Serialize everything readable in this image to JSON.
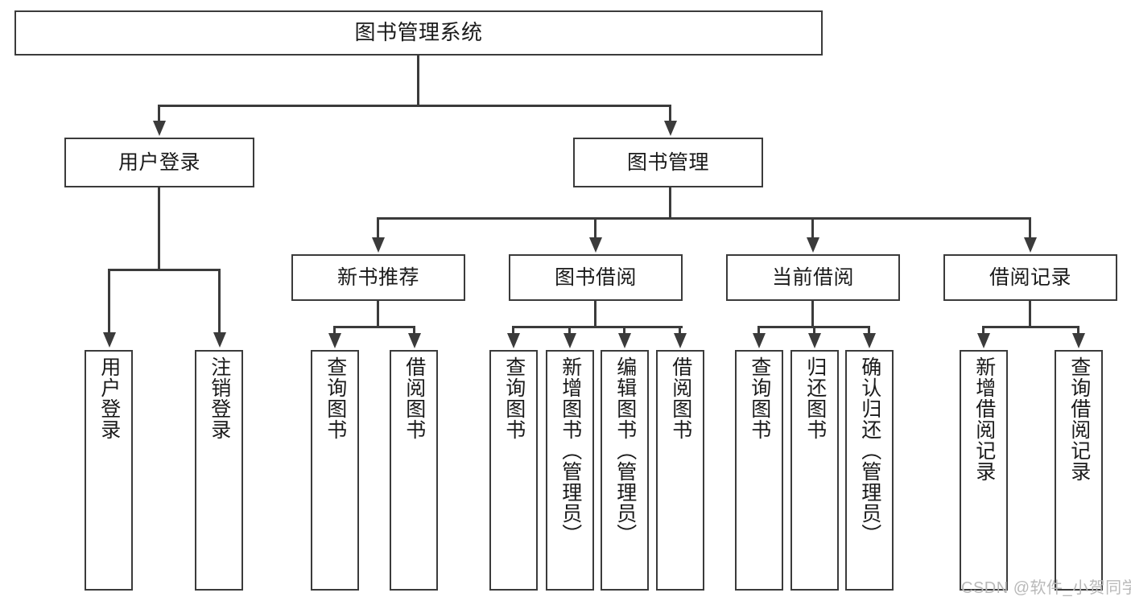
{
  "diagram": {
    "title": "图书管理系统",
    "type": "hierarchy-tree",
    "root": {
      "label": "图书管理系统"
    },
    "level2": [
      {
        "id": "user-login",
        "label": "用户登录"
      },
      {
        "id": "book-management",
        "label": "图书管理"
      }
    ],
    "level3": [
      {
        "id": "new-book-recommend",
        "label": "新书推荐",
        "parent": "book-management"
      },
      {
        "id": "book-borrow",
        "label": "图书借阅",
        "parent": "book-management"
      },
      {
        "id": "current-borrow",
        "label": "当前借阅",
        "parent": "book-management"
      },
      {
        "id": "borrow-record",
        "label": "借阅记录",
        "parent": "book-management"
      }
    ],
    "leaves": [
      {
        "id": "leaf-user-login",
        "label": "用户登录",
        "parent": "user-login"
      },
      {
        "id": "leaf-logout",
        "label": "注销登录",
        "parent": "user-login"
      },
      {
        "id": "leaf-query-book-1",
        "label": "查询图书",
        "parent": "new-book-recommend"
      },
      {
        "id": "leaf-borrow-book-1",
        "label": "借阅图书",
        "parent": "new-book-recommend"
      },
      {
        "id": "leaf-query-book-2",
        "label": "查询图书",
        "parent": "book-borrow"
      },
      {
        "id": "leaf-add-book",
        "label": "新增图书（管理员）",
        "parent": "book-borrow"
      },
      {
        "id": "leaf-edit-book",
        "label": "编辑图书（管理员）",
        "parent": "book-borrow"
      },
      {
        "id": "leaf-borrow-book-2",
        "label": "借阅图书",
        "parent": "book-borrow"
      },
      {
        "id": "leaf-query-book-3",
        "label": "查询图书",
        "parent": "current-borrow"
      },
      {
        "id": "leaf-return-book",
        "label": "归还图书",
        "parent": "current-borrow"
      },
      {
        "id": "leaf-confirm-return",
        "label": "确认归还（管理员）",
        "parent": "current-borrow"
      },
      {
        "id": "leaf-add-record",
        "label": "新增借阅记录",
        "parent": "borrow-record"
      },
      {
        "id": "leaf-query-record",
        "label": "查询借阅记录",
        "parent": "borrow-record"
      }
    ],
    "colors": {
      "stroke": "#3b3b3b",
      "fill": "#ffffff",
      "text": "#1a1a1a",
      "watermark": "#b9b9b9"
    }
  },
  "watermark": {
    "text": "CSDN @软件_小贺同学"
  }
}
